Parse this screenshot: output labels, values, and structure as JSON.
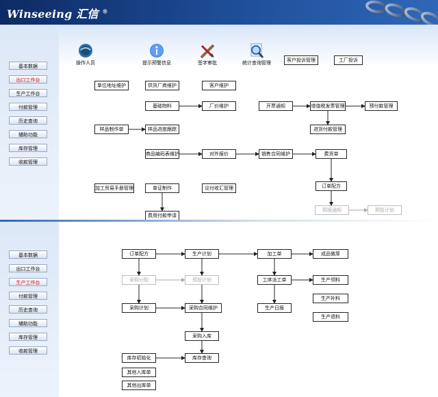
{
  "header": {
    "brand": "Winseeing",
    "brand_cn": "汇信",
    "reg": "®"
  },
  "sidebar": {
    "top": [
      {
        "label": "基本数据"
      },
      {
        "label": "出口工作台",
        "active": true
      },
      {
        "label": "生产工作台"
      },
      {
        "label": "付款管理"
      },
      {
        "label": "历史查询"
      },
      {
        "label": "辅助功能"
      },
      {
        "label": "库存管理"
      },
      {
        "label": "收款管理"
      }
    ],
    "bottom": [
      {
        "label": "基本数据"
      },
      {
        "label": "出口工作台"
      },
      {
        "label": "生产工作台",
        "active": true
      },
      {
        "label": "付款管理"
      },
      {
        "label": "历史查询"
      },
      {
        "label": "辅助功能"
      },
      {
        "label": "库存管理"
      },
      {
        "label": "收款管理"
      }
    ]
  },
  "toolbar": {
    "operators": "操作人员",
    "alerts": "提示预警信息",
    "sign_approve": "签字审批",
    "stats_query": "统计查询管理",
    "customer_complaints": "客户投诉管理",
    "factory_complaints": "工厂投诉"
  },
  "top_flow": {
    "unit_addr": "单位地址维护",
    "supplier_maint": "供货厂商维护",
    "customer_maint": "客户维护",
    "basic_materials": "基础物料",
    "factory_price": "厂价维护",
    "invoice_notice": "开票通知",
    "vat_mgmt": "增值税发票管理",
    "prepay_mgmt": "预付款管理",
    "purchase_payment_mgmt": "进货付款管理",
    "sample_production": "样品制作单",
    "sample_progress": "样品进度跟踪",
    "product_code_maint": "商品编码表维护",
    "external_quote": "对外报价",
    "sales_contract_maint": "销售合同维护",
    "goods_order": "费货单",
    "order_allocation": "订单配方",
    "processing_manual": "加工贸易手册管理",
    "voucher_production": "单证制作",
    "consignment_mgmt": "议付收汇管理",
    "expense_payment_request": "费用付款申请",
    "shipment_notice": "预报通知",
    "shipment_plan": "预投计划"
  },
  "bottom_flow": {
    "order_allocation": "订单配方",
    "production_plan": "生产计划",
    "processing_order": "加工单",
    "finished_inbound": "成品做厚",
    "purchase_allocation": "采购分配",
    "prebid_plan": "预投计划",
    "process_work_order": "工序派工单",
    "production_issue": "生产领料",
    "production_supplement": "生产补料",
    "production_return": "生产退料",
    "purchase_plan": "采购计划",
    "purchase_contract_maint": "采购合同维护",
    "production_daily": "生产日报",
    "purchase_inbound": "采购入库",
    "inventory_init": "库存初始化",
    "inventory_query": "库存查询",
    "other_inbound": "其他入库单",
    "other_outbound": "其他出库单"
  }
}
